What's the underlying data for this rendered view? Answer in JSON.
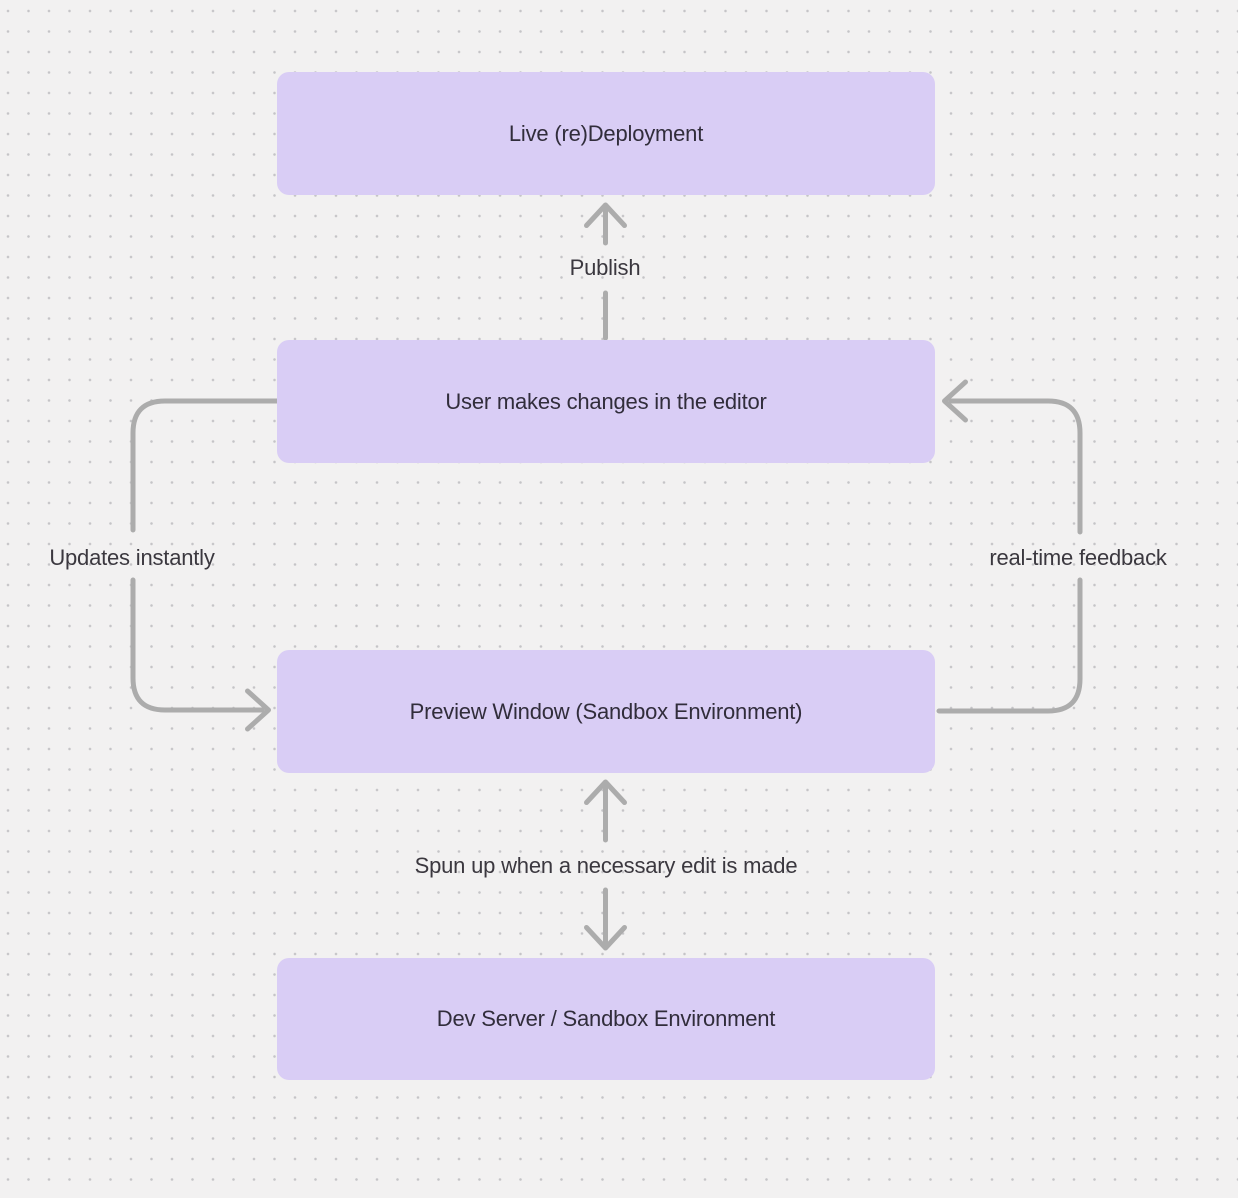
{
  "colors": {
    "background": "#F2F1F1",
    "grid_dot": "#C5C4C7",
    "node_fill": "#D9CDF5",
    "node_text": "#312D3B",
    "edge_label_text": "#3B383F",
    "arrow": "#ACACAC"
  },
  "nodes": [
    {
      "label": "Live (re)Deployment"
    },
    {
      "label": "User makes changes in the editor"
    },
    {
      "label": "Preview Window (Sandbox Environment)"
    },
    {
      "label": "Dev Server / Sandbox Environment"
    }
  ],
  "edges": [
    {
      "label": "Publish",
      "from": "User makes changes in the editor",
      "to": "Live (re)Deployment",
      "style": "straight-up-arrow"
    },
    {
      "label": "Updates instantly",
      "from": "User makes changes in the editor",
      "to": "Preview Window (Sandbox Environment)",
      "style": "left-side-loop-arrow"
    },
    {
      "label": "real-time feedback",
      "from": "Preview Window (Sandbox Environment)",
      "to": "User makes changes in the editor",
      "style": "right-side-loop-arrow"
    },
    {
      "label": "Spun up when a necessary edit is made",
      "from": "Preview Window (Sandbox Environment)",
      "to": "Dev Server / Sandbox Environment",
      "style": "bidirectional-vertical-arrows"
    }
  ]
}
